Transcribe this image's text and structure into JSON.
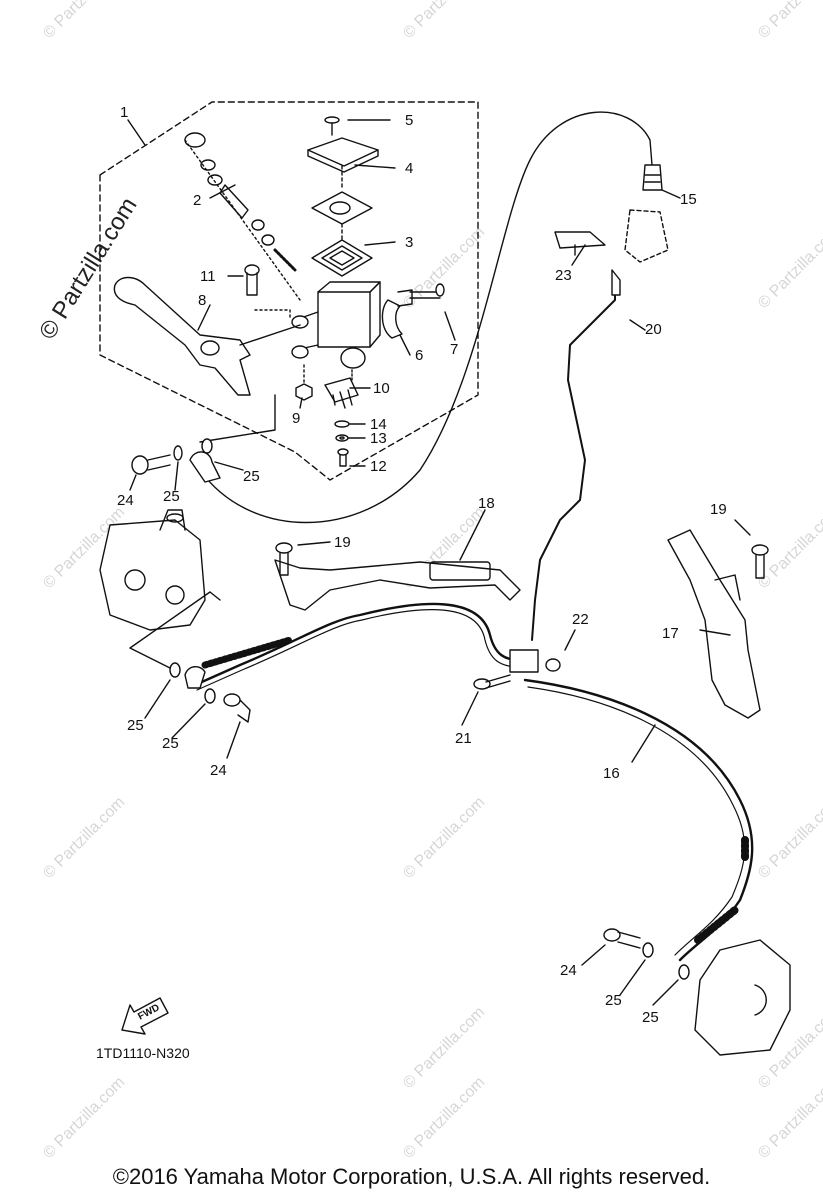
{
  "watermark": {
    "main": "© Partzilla.com",
    "repeat": "© Partzilla.com"
  },
  "diagram_code": "1TD1110-N320",
  "fwd_label": "FWD",
  "copyright": "©2016 Yamaha Motor Corporation, U.S.A. All rights reserved.",
  "callouts": {
    "c1": "1",
    "c2": "2",
    "c3": "3",
    "c4": "4",
    "c5": "5",
    "c6": "6",
    "c7": "7",
    "c8": "8",
    "c9": "9",
    "c10": "10",
    "c11": "11",
    "c12": "12",
    "c13": "13",
    "c14": "14",
    "c15": "15",
    "c16": "16",
    "c17": "17",
    "c18": "18",
    "c19a": "19",
    "c19b": "19",
    "c20": "20",
    "c21": "21",
    "c22": "22",
    "c23": "23",
    "c24a": "24",
    "c24b": "24",
    "c24c": "24",
    "c25a": "25",
    "c25b": "25",
    "c25c": "25",
    "c25d": "25",
    "c25e": "25",
    "c25f": "25"
  }
}
